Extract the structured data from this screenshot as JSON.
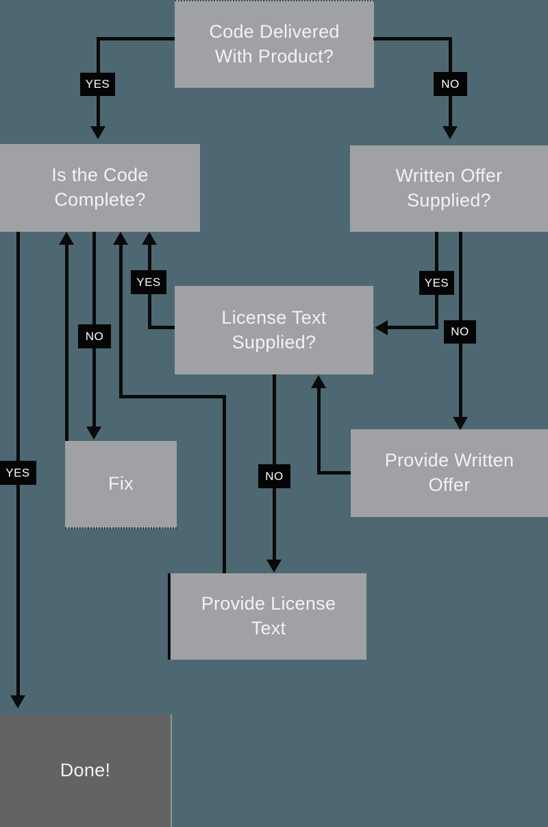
{
  "diagram": {
    "type": "flowchart",
    "colors": {
      "background": "#4d6872",
      "node_fill": "#a0a1a4",
      "done_node_fill": "#636366",
      "node_text": "#f2f2f3",
      "connector": "#0a0a0a",
      "edge_label_bg": "#050505",
      "edge_label_text": "#ffffff"
    },
    "nodes": {
      "code_delivered": {
        "label": "Code Delivered With Product?"
      },
      "code_complete": {
        "label": "Is the Code Complete?"
      },
      "written_offer": {
        "label": "Written Offer Supplied?"
      },
      "license_text": {
        "label": "License Text Supplied?"
      },
      "fix": {
        "label": "Fix"
      },
      "provide_written_offer": {
        "label": "Provide Written Offer"
      },
      "provide_license_text": {
        "label": "Provide License Text"
      },
      "done": {
        "label": "Done!"
      }
    },
    "edge_labels": {
      "delivered_yes": "YES",
      "delivered_no": "NO",
      "license_to_complete_yes": "YES",
      "complete_to_fix_no": "NO",
      "offer_to_license_yes": "YES",
      "offer_no": "NO",
      "license_no": "NO",
      "complete_to_done_yes": "YES"
    },
    "edges": [
      {
        "from": "Code Delivered With Product?",
        "to": "Is the Code Complete?",
        "label": "YES"
      },
      {
        "from": "Code Delivered With Product?",
        "to": "Written Offer Supplied?",
        "label": "NO"
      },
      {
        "from": "Is the Code Complete?",
        "to": "Done!",
        "label": "YES"
      },
      {
        "from": "Is the Code Complete?",
        "to": "Fix",
        "label": "NO"
      },
      {
        "from": "Fix",
        "to": "Is the Code Complete?",
        "label": ""
      },
      {
        "from": "License Text Supplied?",
        "to": "Is the Code Complete?",
        "label": "YES"
      },
      {
        "from": "License Text Supplied?",
        "to": "Provide License Text",
        "label": "NO"
      },
      {
        "from": "Provide License Text",
        "to": "Is the Code Complete?",
        "label": ""
      },
      {
        "from": "Written Offer Supplied?",
        "to": "License Text Supplied?",
        "label": "YES"
      },
      {
        "from": "Written Offer Supplied?",
        "to": "Provide Written Offer",
        "label": "NO"
      },
      {
        "from": "Provide Written Offer",
        "to": "License Text Supplied?",
        "label": ""
      }
    ]
  }
}
